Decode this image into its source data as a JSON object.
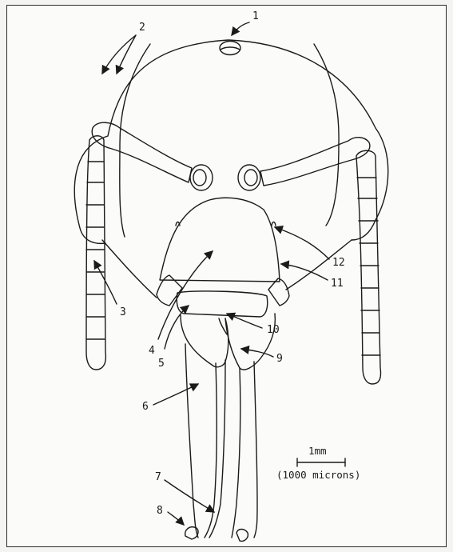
{
  "diagram": {
    "labels": {
      "l1": "1",
      "l2": "2",
      "l3": "3",
      "l4": "4",
      "l5": "5",
      "l6": "6",
      "l7": "7",
      "l8": "8",
      "l9": "9",
      "l10": "10",
      "l11": "11",
      "l12": "12"
    },
    "scale_bar": {
      "length_text": "1mm",
      "micron_text": "(1000 microns)"
    }
  }
}
